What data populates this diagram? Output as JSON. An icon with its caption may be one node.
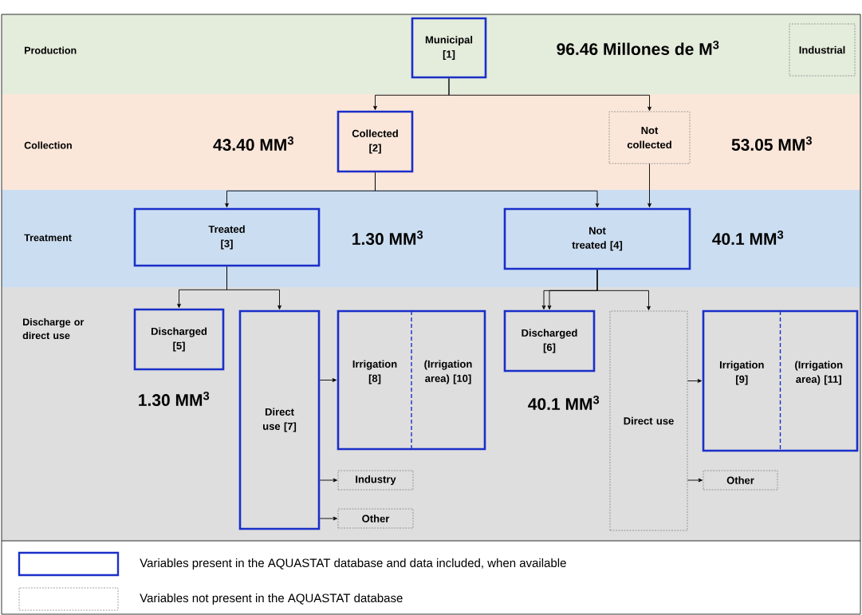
{
  "diagram": {
    "nodes": [
      {
        "text": [
          "Production"
        ]
      },
      {
        "text": [
          "Municipal [1]"
        ],
        "in": 0
      },
      {
        "text": [
          "Industrial"
        ],
        "in": 0
      },
      {
        "text": [
          "Collection"
        ]
      },
      {
        "text": [
          "Collected [2]"
        ],
        "in": 3
      },
      {
        "text": [
          "Not collected"
        ],
        "in": 3
      },
      {
        "text": [
          "Treatment"
        ]
      },
      {
        "text": [
          "Treated [3]"
        ],
        "in": 6
      },
      {
        "text": [
          "Not treated [4]"
        ],
        "in": 6
      },
      {
        "text": [
          "Discharge or direct use"
        ]
      },
      {
        "text": [
          "Discharged [5]"
        ],
        "in": 9
      },
      {
        "text": [
          "Direct use [7]"
        ],
        "in": 9
      },
      {
        "text": [
          "Irrigation [8]",
          "(Irrigation area) [10]"
        ],
        "in": 9
      },
      {
        "text": [
          "Industry"
        ],
        "in": 9
      },
      {
        "text": [
          "Other"
        ],
        "in": 9
      },
      {
        "text": [
          "Discharged [6]"
        ],
        "in": 9
      },
      {
        "text": [
          "Direct use"
        ],
        "in": 9
      },
      {
        "text": [
          "Irrigation [9]",
          "(Irrigation area) [11]"
        ],
        "in": 9
      },
      {
        "text": [
          "Other"
        ],
        "in": 9
      }
    ],
    "edges": [
      {
        "from": 1,
        "to": 4,
        "arrow": "to"
      },
      {
        "from": 1,
        "to": 5,
        "arrow": "to"
      },
      {
        "from": 4,
        "to": 7,
        "arrow": "to"
      },
      {
        "from": 4,
        "to": 8,
        "arrow": "to"
      },
      {
        "from": 5,
        "to": 8,
        "arrow": "to"
      },
      {
        "from": 7,
        "to": 10,
        "arrow": "to"
      },
      {
        "from": 7,
        "to": 11,
        "arrow": "to"
      },
      {
        "from": 8,
        "to": 15,
        "arrow": "to"
      },
      {
        "from": 8,
        "to": 15,
        "arrow": "to"
      },
      {
        "from": 8,
        "to": 16,
        "arrow": "to"
      },
      {
        "from": 11,
        "to": 12,
        "arrow": "to"
      },
      {
        "from": 11,
        "to": 13,
        "arrow": "to"
      },
      {
        "from": 11,
        "to": 14,
        "arrow": "to"
      },
      {
        "from": 16,
        "to": 17,
        "arrow": "to"
      },
      {
        "from": 16,
        "to": 18,
        "arrow": "to"
      }
    ],
    "labels": [
      "96.46 Millones de M$^{3}$",
      "43.40 MM$^{3}$",
      "53.05 MM$^{3}$",
      "1.30 MM$^{3}$",
      "40.1 MM$^{3}$",
      "1.30 MM$^{3}$",
      "40.1 MM$^{3}$"
    ],
    "legend": [
      {
        "text": "Variables present in the AQUASTAT database and data included, when available"
      },
      {
        "text": "Variables not present in the AQUASTAT database"
      }
    ]
  }
}
